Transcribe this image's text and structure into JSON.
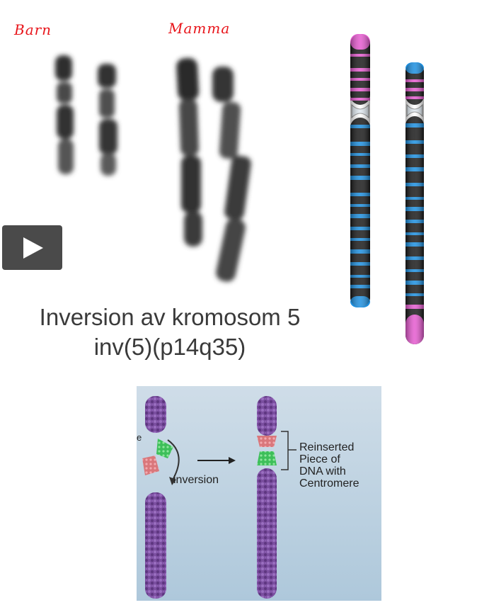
{
  "labels": {
    "child": "Barn",
    "mother": "Mamma"
  },
  "caption": {
    "line1": "Inversion av kromosom 5",
    "line2": "inv(5)(p14q35)"
  },
  "controls": {
    "play_icon": "play-icon"
  },
  "diagram": {
    "arrow_label": "inversion",
    "reinserted_label": "Reinserted\nPiece of\nDNA with\nCentromere",
    "edge_fragment": "e"
  },
  "colors": {
    "handwriting": "#e8141a",
    "ideogram_body": "#1a1a1a",
    "ideogram_q_band": "#1c8fe0",
    "ideogram_p_band": "#e65ad0",
    "chromatid": "#7b4fa0",
    "panel_bg": "#bcd2e2"
  }
}
